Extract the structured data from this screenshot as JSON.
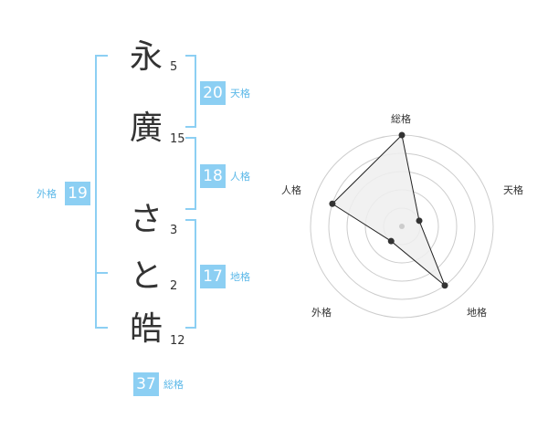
{
  "name_chars": [
    {
      "char": "永",
      "strokes": "5"
    },
    {
      "char": "廣",
      "strokes": "15"
    },
    {
      "char": "さ",
      "strokes": "3"
    },
    {
      "char": "と",
      "strokes": "2"
    },
    {
      "char": "皓",
      "strokes": "12"
    }
  ],
  "kakusuu": {
    "tenkaku": {
      "value": "20",
      "label": "天格"
    },
    "jinkaku": {
      "value": "18",
      "label": "人格"
    },
    "chikaku": {
      "value": "17",
      "label": "地格"
    },
    "gaikaku": {
      "value": "19",
      "label": "外格"
    },
    "soukaku": {
      "value": "37",
      "label": "総格"
    }
  },
  "radar": {
    "axes": [
      "総格",
      "天格",
      "地格",
      "外格",
      "人格"
    ],
    "values": [
      5,
      1,
      4,
      1,
      4
    ],
    "max": 5,
    "rings": 5
  },
  "colors": {
    "accent": "#8ccff3",
    "accent_text": "#5bb8e8",
    "text": "#333333",
    "grid": "#cccccc",
    "polygon_fill": "#eeeeee"
  }
}
